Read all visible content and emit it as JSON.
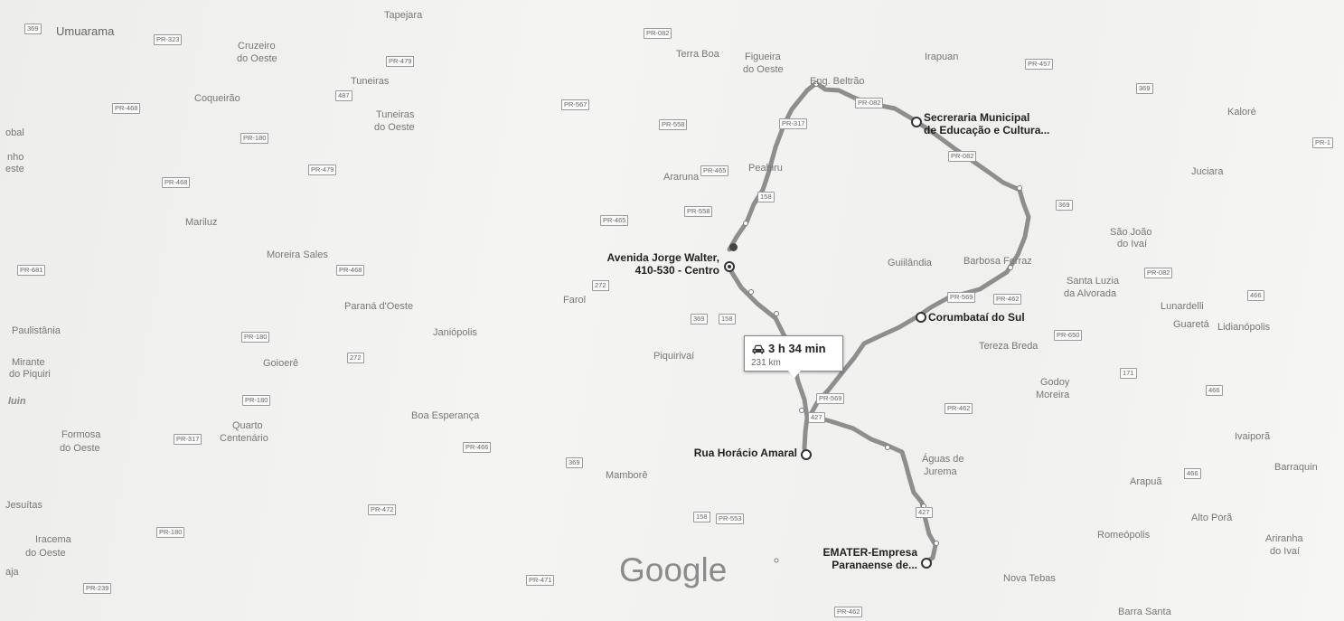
{
  "route": {
    "duration": "3 h 34 min",
    "distance": "231 km",
    "vehicle_icon": "car-icon"
  },
  "waypoints": {
    "origin": {
      "line1": "Avenida Jorge Walter,",
      "line2": "410-530 - Centro"
    },
    "secretaria": {
      "line1": "Secreraria Municipal",
      "line2": "de Educação e Cultura..."
    },
    "corumbatai": {
      "line1": "Corumbataí do Sul"
    },
    "horacio": {
      "line1": "Rua Horácio Amaral"
    },
    "emater": {
      "line1": "EMATER-Empresa",
      "line2": "Paranaense de..."
    }
  },
  "places": {
    "umuarama": "Umuarama",
    "tapejara": "Tapejara",
    "cruzeiro1": "Cruzeiro",
    "cruzeiro2": "do Oeste",
    "tuneiras": "Tuneiras",
    "tuneiras_oeste1": "Tuneiras",
    "tuneiras_oeste2": "do Oeste",
    "coqueirao": "Coqueirão",
    "terra_boa": "Terra Boa",
    "figueira1": "Figueira",
    "figueira2": "do Oeste",
    "eng_beltrao": "Eng. Beltrão",
    "irapuan": "Irapuan",
    "kaloré": "Kaloré",
    "jucara": "Juciara",
    "araruna": "Araruna",
    "peabiru": "Peabiru",
    "mariluz": "Mariluz",
    "moreira_sales": "Moreira Sales",
    "parana_oeste": "Paraná d'Oeste",
    "farol": "Farol",
    "janiopolis": "Janiópolis",
    "paulistania": "Paulistânia",
    "mirante1": "Mirante",
    "mirante2": "do Piquiri",
    "goioere": "Goioerê",
    "piquirivai": "Piquirivaí",
    "quarto1": "Quarto",
    "quarto2": "Centenário",
    "formosa1": "Formosa",
    "formosa2": "do Oeste",
    "boa_esperanca": "Boa Esperança",
    "mambore": "Mamborê",
    "jesuitas": "Jesuítas",
    "iracema1": "Iracema",
    "iracema2": "do Oeste",
    "guiilandia": "Guiilândia",
    "barbosa_ferraz": "Barbosa Ferraz",
    "sao_joao1": "São João",
    "sao_joao2": "do Ivaí",
    "santa_luzia1": "Santa Luzia",
    "santa_luzia2": "da Alvorada",
    "lunardelli": "Lunardelli",
    "guareta": "Guaretá",
    "lidianopolis": "Lidianópolis",
    "tereza_breda": "Tereza Breda",
    "godoy1": "Godoy",
    "godoy2": "Moreira",
    "aguas1": "Águas de",
    "aguas2": "Jurema",
    "ivaipora": "Ivaiporã",
    "barraquin": "Barraquin",
    "arapua": "Arapuã",
    "alto_pora": "Alto Porã",
    "ariranha1": "Ariranha",
    "ariranha2": "do Ivaí",
    "romeopolis": "Romeópolis",
    "nova_tebas": "Nova Tebas",
    "barra_santa": "Barra Santa",
    "left_bal": "obal",
    "left_nho": "nho",
    "left_este": "este",
    "left_uin": "luin",
    "left_aja": "aja"
  },
  "shields": [
    "PR-323",
    "PR-479",
    "487",
    "PR-082",
    "PR-567",
    "PR-558",
    "PR-317",
    "PR-082",
    "PR-457",
    "369",
    "PR-468",
    "PR-180",
    "PR-479",
    "PR-468",
    "PR-465",
    "158",
    "PR-082",
    "PR-558",
    "PR-465",
    "369",
    "PR-681",
    "PR-468",
    "272",
    "369",
    "158",
    "PR-569",
    "PR-462",
    "PR-082",
    "PR-180",
    "272",
    "PR-180",
    "PR-317",
    "PR-466",
    "369",
    "PR-472",
    "PR-180",
    "PR-239",
    "PR-471",
    "158",
    "PR-553",
    "PR-569",
    "427",
    "PR-462",
    "PR-650",
    "171",
    "466",
    "466",
    "427",
    "PR-462",
    "369",
    "466",
    "PR-1"
  ],
  "branding": {
    "logo": "Google"
  },
  "colors": {
    "route": "#8e8e8e",
    "waypoint": "#333333",
    "label": "#222222"
  }
}
